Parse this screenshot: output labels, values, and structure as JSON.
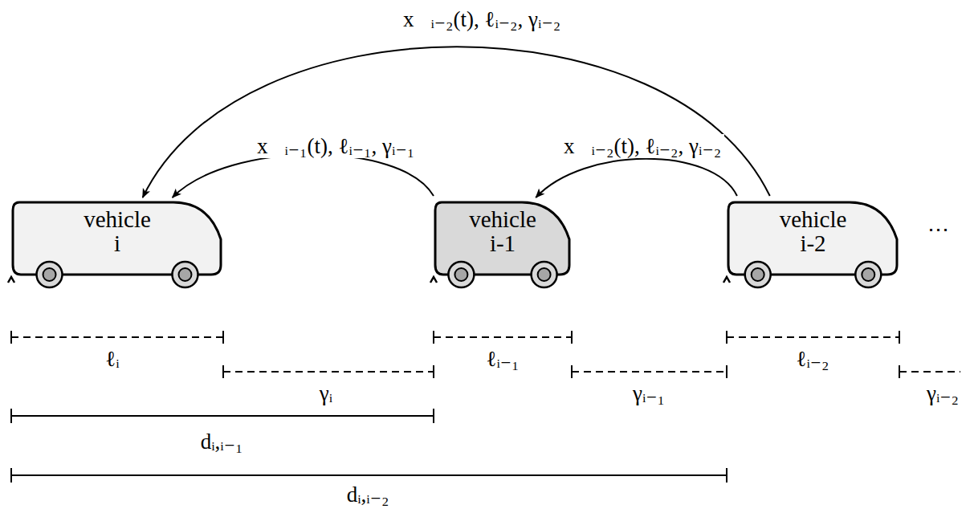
{
  "diagram": {
    "nodes": [
      {
        "text": [
          "vehicle i"
        ]
      },
      {
        "text": [
          "vehicle i‑1"
        ]
      },
      {
        "text": [
          "vehicle i‑2"
        ]
      }
    ],
    "edges": [
      {
        "from": 1,
        "to": 0,
        "arrow": "to",
        "label": "x⃗ᵢ₋₁(t), ℓᵢ₋₁, γᵢ₋₁"
      },
      {
        "from": 2,
        "to": 1,
        "arrow": "to",
        "label": "x⃗ᵢ₋₂(t), ℓᵢ₋₂, γᵢ₋₂"
      },
      {
        "from": 2,
        "to": 0,
        "arrow": "to",
        "label": "x⃗ᵢ₋₂(t), ℓᵢ₋₂, γᵢ₋₂"
      }
    ],
    "labels": [
      "⋯",
      "ℓᵢ",
      "γᵢ",
      "ℓᵢ₋₁",
      "γᵢ₋₁",
      "ℓᵢ₋₂",
      "γᵢ₋₂",
      "dᵢ,ᵢ₋₁",
      "dᵢ,ᵢ₋₂"
    ]
  }
}
